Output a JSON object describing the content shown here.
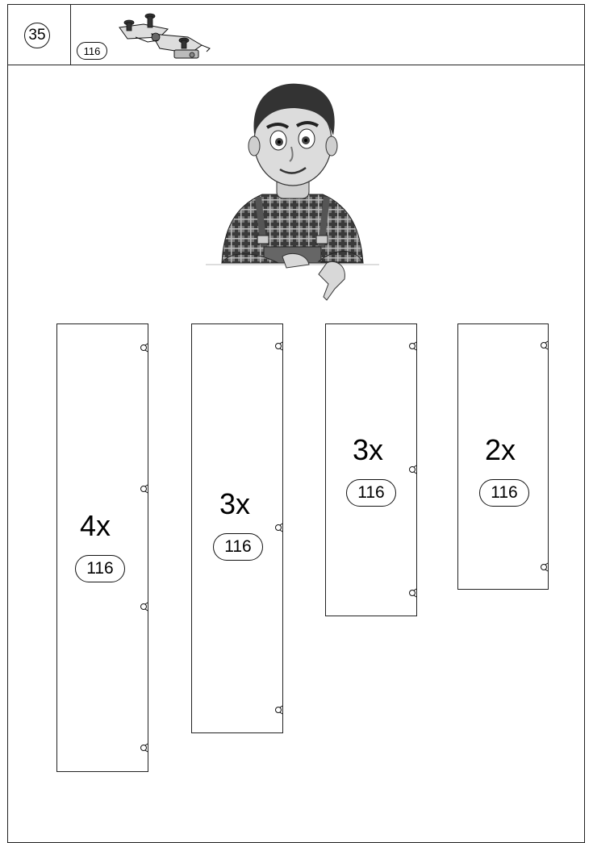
{
  "header": {
    "step_number": "35",
    "part_code": "116"
  },
  "panels": [
    {
      "quantity": "4x",
      "part_code": "116",
      "hinge_count": 4
    },
    {
      "quantity": "3x",
      "part_code": "116",
      "hinge_count": 3
    },
    {
      "quantity": "3x",
      "part_code": "116",
      "hinge_count": 3
    },
    {
      "quantity": "2x",
      "part_code": "116",
      "hinge_count": 2
    }
  ]
}
